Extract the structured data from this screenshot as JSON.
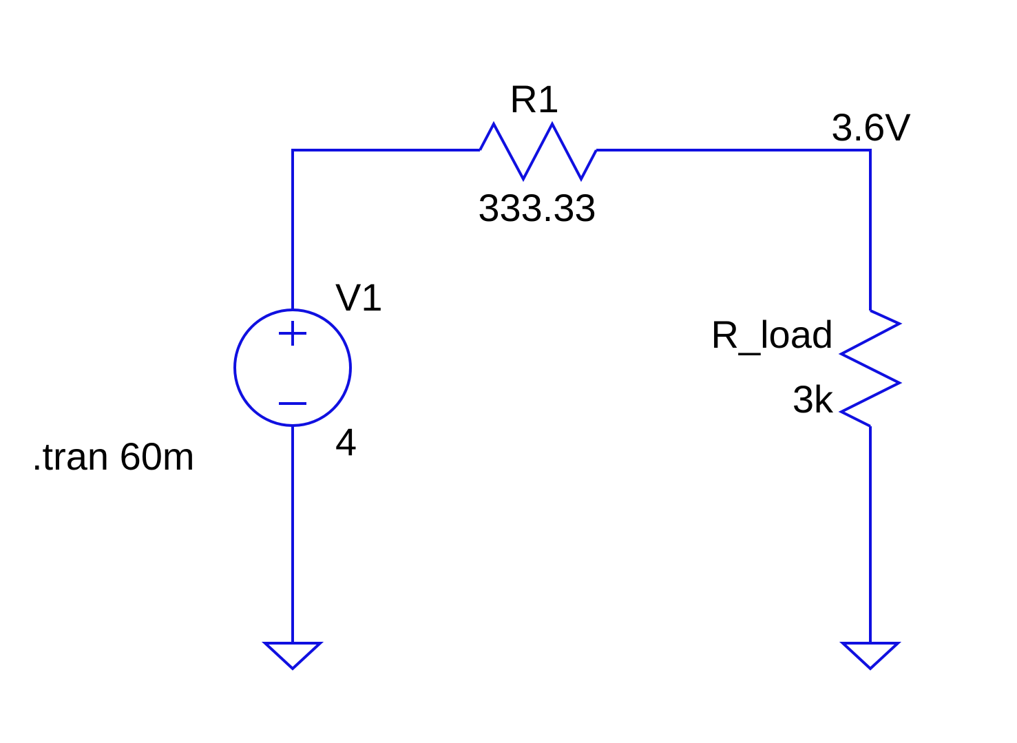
{
  "colors": {
    "wire": "#1010e0",
    "text": "#000000",
    "background": "#ffffff"
  },
  "components": {
    "r1": {
      "name": "R1",
      "value": "333.33"
    },
    "v1": {
      "name": "V1",
      "value": "4"
    },
    "r_load": {
      "name": "R_load",
      "value": "3k"
    }
  },
  "net_label": "3.6V",
  "directive": ".tran 60m"
}
